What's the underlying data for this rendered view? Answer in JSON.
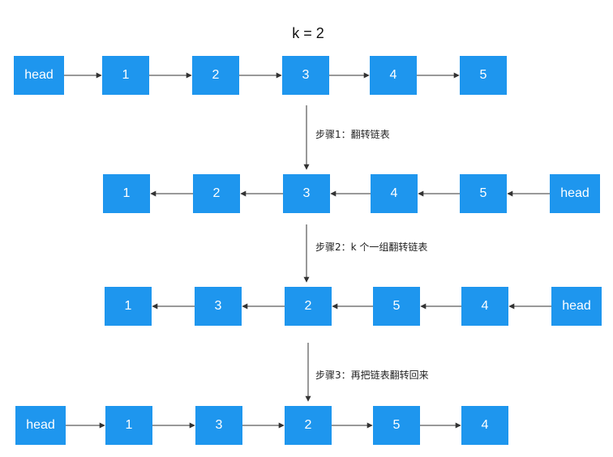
{
  "title": "k = 2",
  "colors": {
    "node_fill": "#1e96ee",
    "node_text": "#ffffff",
    "edge": "#333333"
  },
  "rows": [
    {
      "direction": "right",
      "nodes": [
        "head",
        "1",
        "2",
        "3",
        "4",
        "5"
      ]
    },
    {
      "direction": "left",
      "nodes": [
        "1",
        "2",
        "3",
        "4",
        "5",
        "head"
      ]
    },
    {
      "direction": "left",
      "nodes": [
        "1",
        "3",
        "2",
        "5",
        "4",
        "head"
      ]
    },
    {
      "direction": "right",
      "nodes": [
        "head",
        "1",
        "3",
        "2",
        "5",
        "4"
      ]
    }
  ],
  "steps": [
    {
      "label": "步骤1：翻转链表"
    },
    {
      "label": "步骤2：k 个一组翻转链表"
    },
    {
      "label": "步骤3：再把链表翻转回来"
    }
  ]
}
